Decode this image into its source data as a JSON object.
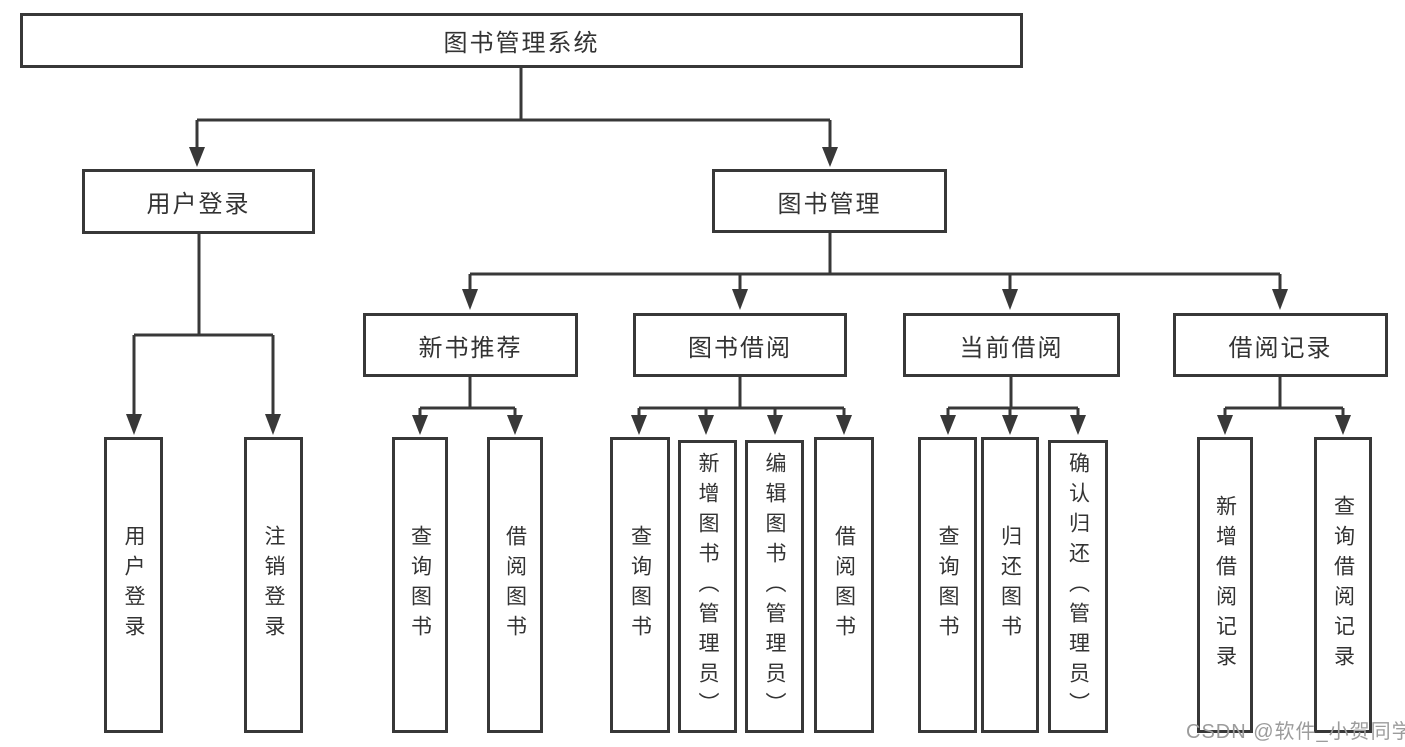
{
  "watermark": "CSDN @软件_小贺同学",
  "colors": {
    "line": "#383838",
    "box_border": "#383838",
    "text": "#333333",
    "background": "#ffffff",
    "watermark": "#9c9c9c"
  },
  "tree": {
    "root": {
      "label": "图书管理系统"
    },
    "branches": [
      {
        "label": "用户登录",
        "children": [
          {
            "label": "用户登录"
          },
          {
            "label": "注销登录"
          }
        ]
      },
      {
        "label": "图书管理",
        "children": [
          {
            "label": "新书推荐",
            "children": [
              {
                "label": "查询图书"
              },
              {
                "label": "借阅图书"
              }
            ]
          },
          {
            "label": "图书借阅",
            "children": [
              {
                "label": "查询图书"
              },
              {
                "label": "新增图书（管理员）"
              },
              {
                "label": "编辑图书（管理员）"
              },
              {
                "label": "借阅图书"
              }
            ]
          },
          {
            "label": "当前借阅",
            "children": [
              {
                "label": "查询图书"
              },
              {
                "label": "归还图书"
              },
              {
                "label": "确认归还（管理员）"
              }
            ]
          },
          {
            "label": "借阅记录",
            "children": [
              {
                "label": "新增借阅记录"
              },
              {
                "label": "查询借阅记录"
              }
            ]
          }
        ]
      }
    ]
  }
}
